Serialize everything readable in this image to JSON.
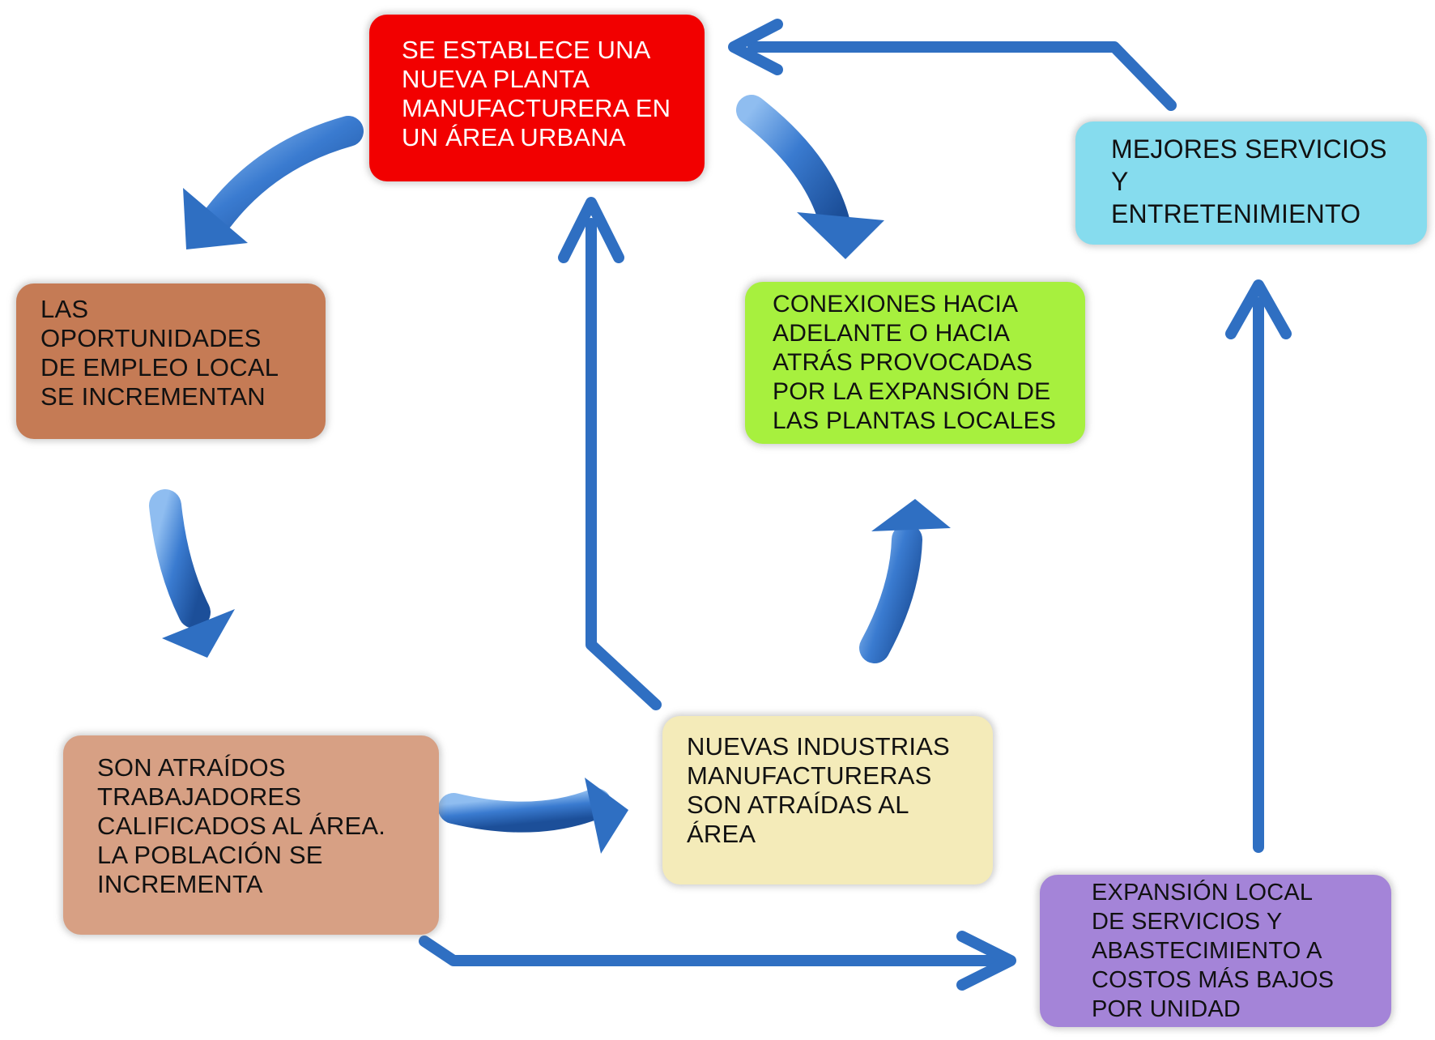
{
  "colors": {
    "arrow": "#2f6fc2",
    "arrow_dark": "#1f5aa8",
    "arrow_light": "#7fb0ea"
  },
  "nodes": [
    {
      "id": "node-new-plant",
      "text": "SE ESTABLECE UNA\nNUEVA PLANTA\nMANUFACTURERA EN\nUN ÁREA URBANA",
      "fill": "#f20000"
    },
    {
      "id": "node-employment",
      "text": "LAS\nOPORTUNIDADES\nDE EMPLEO LOCAL\nSE INCREMENTAN",
      "fill": "#c57b55"
    },
    {
      "id": "node-workers",
      "text": "SON ATRAÍDOS\nTRABAJADORES\nCALIFICADOS AL ÁREA.\nLA POBLACIÓN SE\nINCREMENTA",
      "fill": "#d7a084"
    },
    {
      "id": "node-new-industries",
      "text": "NUEVAS INDUSTRIAS\nMANUFACTURERAS\nSON ATRAÍDAS AL\nÁREA",
      "fill": "#f4ebb9"
    },
    {
      "id": "node-linkages",
      "text": "CONEXIONES HACIA\nADELANTE O HACIA\nATRÁS PROVOCADAS\nPOR LA EXPANSIÓN DE\nLAS PLANTAS LOCALES",
      "fill": "#a7f03e"
    },
    {
      "id": "node-services",
      "text": "MEJORES SERVICIOS\nY\nENTRETENIMIENTO",
      "fill": "#86dcee"
    },
    {
      "id": "node-expansion",
      "text": "EXPANSIÓN LOCAL\nDE SERVICIOS Y\nABASTECIMIENTO A\nCOSTOS MÁS BAJOS\nPOR UNIDAD",
      "fill": "#a484d8"
    }
  ],
  "edges": [
    {
      "from": "node-new-plant",
      "to": "node-employment",
      "style": "curved"
    },
    {
      "from": "node-new-plant",
      "to": "node-linkages",
      "style": "curved"
    },
    {
      "from": "node-employment",
      "to": "node-workers",
      "style": "curved"
    },
    {
      "from": "node-workers",
      "to": "node-new-industries",
      "style": "curved"
    },
    {
      "from": "node-new-industries",
      "to": "node-linkages",
      "style": "curved"
    },
    {
      "from": "node-new-industries",
      "to": "node-new-plant",
      "style": "line"
    },
    {
      "from": "node-workers",
      "to": "node-expansion",
      "style": "line"
    },
    {
      "from": "node-expansion",
      "to": "node-services",
      "style": "line"
    },
    {
      "from": "node-services",
      "to": "node-new-plant",
      "style": "line"
    }
  ]
}
